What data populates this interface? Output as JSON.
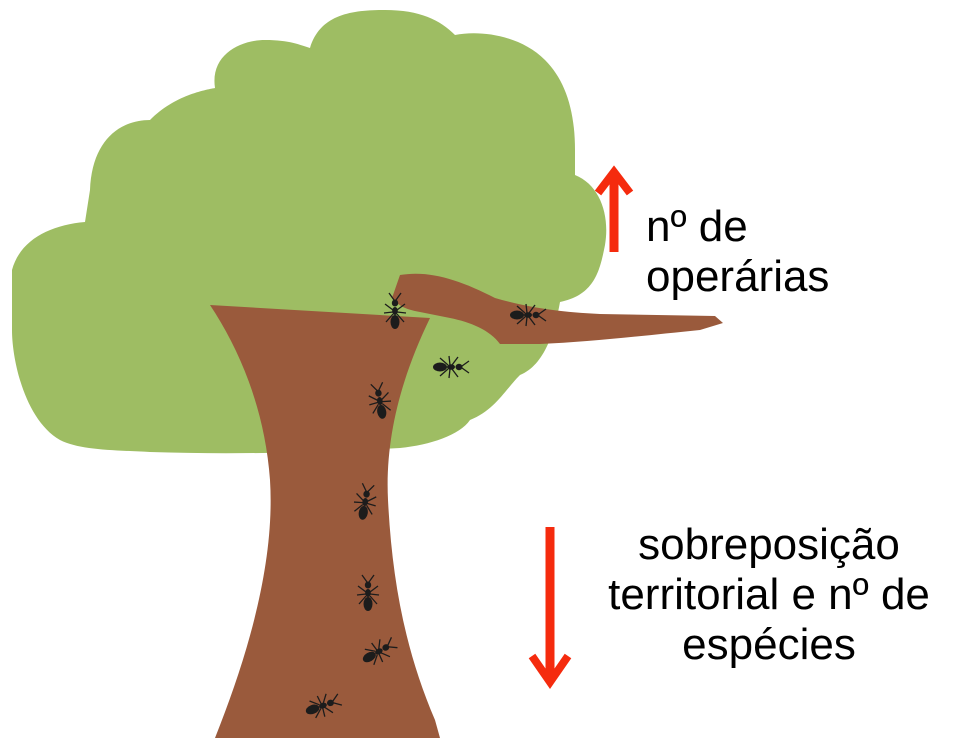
{
  "colors": {
    "canopy": "#9ebd63",
    "trunk": "#9a5a3c",
    "arrow": "#f52b0e",
    "ant": "#1c1c1c",
    "text": "#000000"
  },
  "icons": {
    "arrow_up": "arrow-up-icon",
    "arrow_down": "arrow-down-icon",
    "ant": "ant-icon"
  },
  "labels": {
    "up": {
      "line1": "nº  de",
      "line2": "operárias"
    },
    "down": {
      "line1": "sobreposição",
      "line2": "territorial e nº de",
      "line3": "espécies"
    }
  }
}
